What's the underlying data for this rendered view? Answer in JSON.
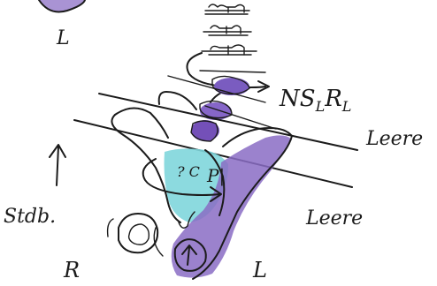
{
  "labels": {
    "top_left": "L",
    "motion": "NSLRL",
    "motion_parts": {
      "n": "N",
      "s": "S",
      "s_sub": "L",
      "r": "R",
      "r_sub": "L"
    },
    "leere_upper": "Leere",
    "leere_lower": "Leere",
    "stdb": "Stdb.",
    "bottom_r": "R",
    "bottom_l": "L",
    "pelvis_a": "? C",
    "pelvis_b": "P|"
  },
  "colors": {
    "ink": "#1b1b1b",
    "purple": "#8a6cc4",
    "purple_dark": "#6b49b0",
    "cyan": "#7fd6dc",
    "paper": "#ffffff"
  }
}
